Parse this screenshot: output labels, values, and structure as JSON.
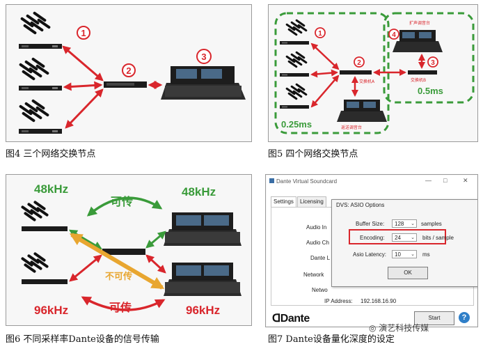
{
  "figures": {
    "fig4": {
      "caption": "图4  三个网络交换节点",
      "markers": [
        "1",
        "2",
        "3"
      ]
    },
    "fig5": {
      "caption": "图5  四个网络交换节点",
      "markers": [
        "1",
        "2",
        "3",
        "4"
      ],
      "labels": {
        "switch_a": "交换机A",
        "switch_b": "交换机B",
        "amp_console": "扩声调音台",
        "monitor_console": "返送调音台",
        "latency_left": "0.25ms",
        "latency_right": "0.5ms"
      }
    },
    "fig6": {
      "caption": "图6  不同采样率Dante设备的信号传输",
      "labels": {
        "rate_top_left": "48kHz",
        "rate_top_right": "48kHz",
        "rate_bottom_left": "96kHz",
        "rate_bottom_right": "96kHz",
        "ok_top": "可传",
        "ok_bottom": "可传",
        "not_ok": "不可传"
      },
      "colors": {
        "green": "#3a9b3a",
        "red": "#d9262c",
        "orange": "#e8a630"
      }
    },
    "fig7": {
      "caption": "图7  Dante设备量化深度的设定",
      "window_title": "Dante Virtual Soundcard",
      "window_controls": [
        "—",
        "□",
        "✕"
      ],
      "tabs": [
        "Settings",
        "Licensing"
      ],
      "settings_rows": [
        "Audio In",
        "Audio Ch",
        "Dante L",
        "Network",
        "Netwo"
      ],
      "ip_label": "IP Address:",
      "ip_value": "192.168.16.90",
      "modal": {
        "title": "DVS: ASIO Options",
        "buffer_label": "Buffer Size:",
        "buffer_value": "128",
        "buffer_unit": "samples",
        "encoding_label": "Encoding:",
        "encoding_value": "24",
        "encoding_unit": "bits / sample",
        "latency_label": "Asio Latency:",
        "latency_value": "10",
        "latency_unit": "ms",
        "ok_label": "OK"
      },
      "start_label": "Start",
      "help_glyph": "?",
      "logo_text": "Dante",
      "logo_mark": "ᗡ"
    }
  },
  "watermark": "◎ 演艺科技传媒"
}
